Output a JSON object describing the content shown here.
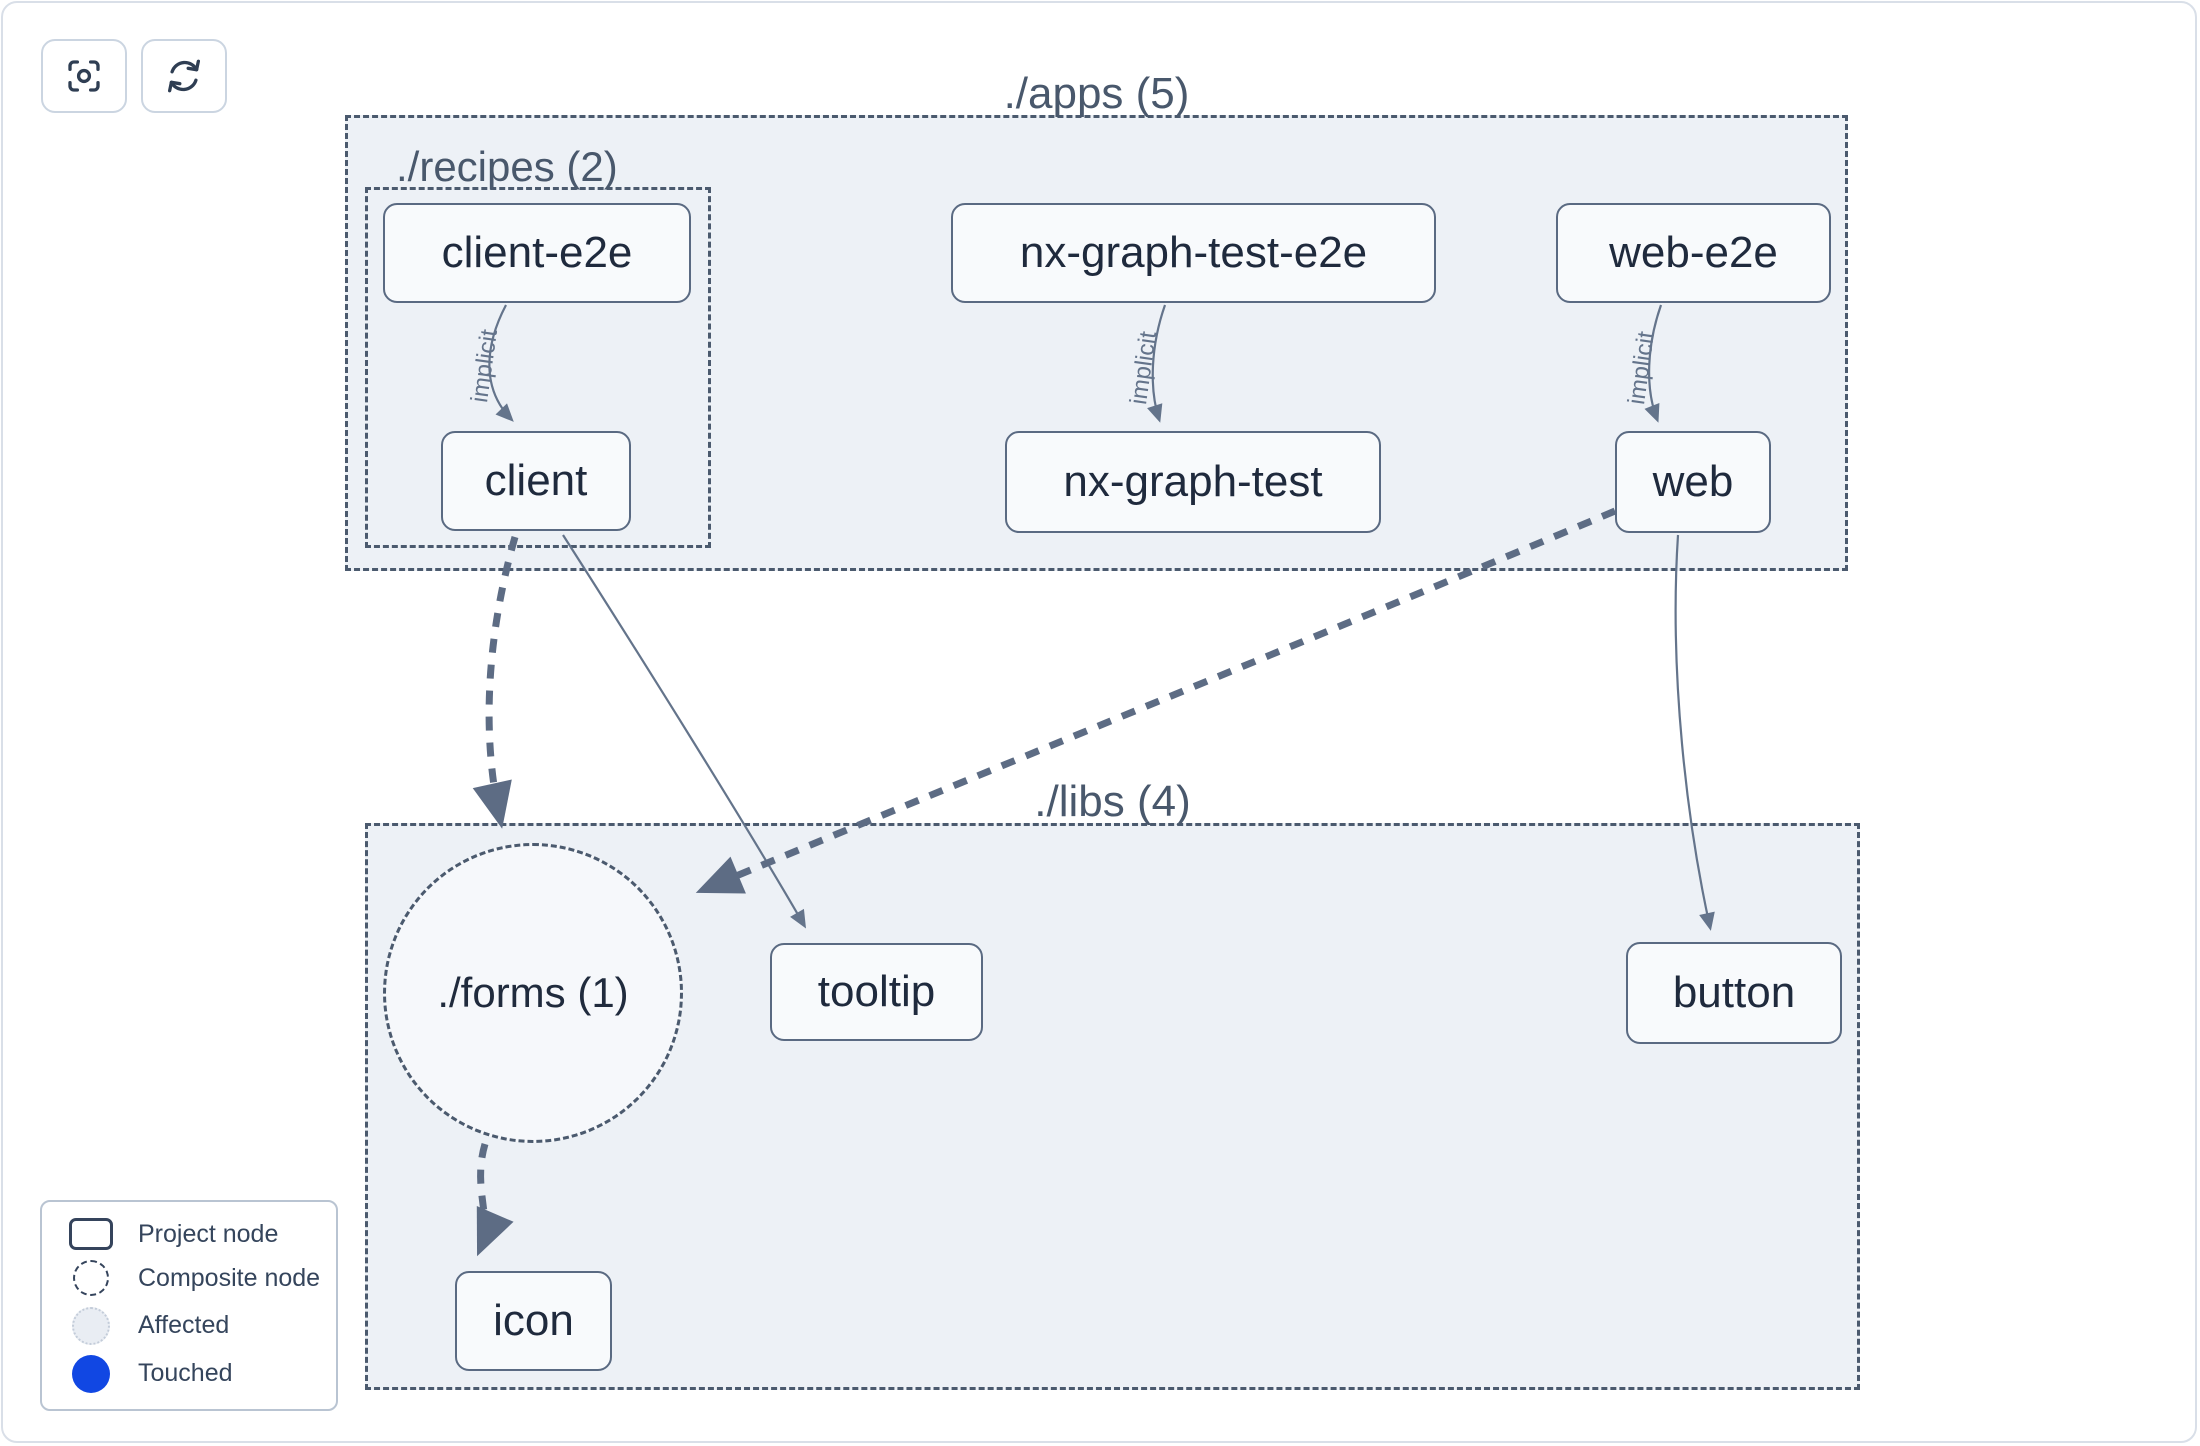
{
  "toolbar": {
    "buttons": [
      {
        "name": "center-graph",
        "icon": "focus-target-icon"
      },
      {
        "name": "refresh-graph",
        "icon": "refresh-icon"
      }
    ]
  },
  "groups": {
    "apps": {
      "label": "./apps (5)",
      "path": "./apps",
      "count": 5
    },
    "recipes": {
      "label": "./recipes (2)",
      "path": "./recipes",
      "count": 2
    },
    "libs": {
      "label": "./libs (4)",
      "path": "./libs",
      "count": 4
    },
    "forms": {
      "label": "./forms (1)",
      "path": "./forms",
      "count": 1
    }
  },
  "nodes": {
    "client_e2e": {
      "label": "client-e2e"
    },
    "nx_graph_test_e2e": {
      "label": "nx-graph-test-e2e"
    },
    "web_e2e": {
      "label": "web-e2e"
    },
    "client": {
      "label": "client"
    },
    "nx_graph_test": {
      "label": "nx-graph-test"
    },
    "web": {
      "label": "web"
    },
    "tooltip": {
      "label": "tooltip"
    },
    "button": {
      "label": "button"
    },
    "icon": {
      "label": "icon"
    }
  },
  "edges": [
    {
      "from": "client-e2e",
      "to": "client",
      "type": "implicit",
      "label": "implicit"
    },
    {
      "from": "nx-graph-test-e2e",
      "to": "nx-graph-test",
      "type": "implicit",
      "label": "implicit"
    },
    {
      "from": "web-e2e",
      "to": "web",
      "type": "implicit",
      "label": "implicit"
    },
    {
      "from": "client",
      "to": "tooltip",
      "type": "static",
      "label": ""
    },
    {
      "from": "web",
      "to": "button",
      "type": "static",
      "label": ""
    },
    {
      "from": "client",
      "to": "./forms",
      "type": "composite",
      "label": ""
    },
    {
      "from": "web",
      "to": "./forms",
      "type": "composite",
      "label": ""
    },
    {
      "from": "./forms",
      "to": "icon",
      "type": "composite",
      "label": ""
    }
  ],
  "legend": {
    "items": [
      {
        "label": "Project node",
        "swatch": "project-rect"
      },
      {
        "label": "Composite node",
        "swatch": "composite-dashed-circle"
      },
      {
        "label": "Affected",
        "swatch": "affected-circle"
      },
      {
        "label": "Touched",
        "swatch": "touched-circle"
      }
    ]
  },
  "colors": {
    "touched": "#1147e3",
    "affected_fill": "#e9edf3",
    "group_fill": "#edf1f6",
    "node_fill": "#f8fafc",
    "node_border": "#5a6a82",
    "node_text": "#1f2a3d",
    "edge": "#64748b",
    "dashed_border": "#4b5a6e"
  }
}
